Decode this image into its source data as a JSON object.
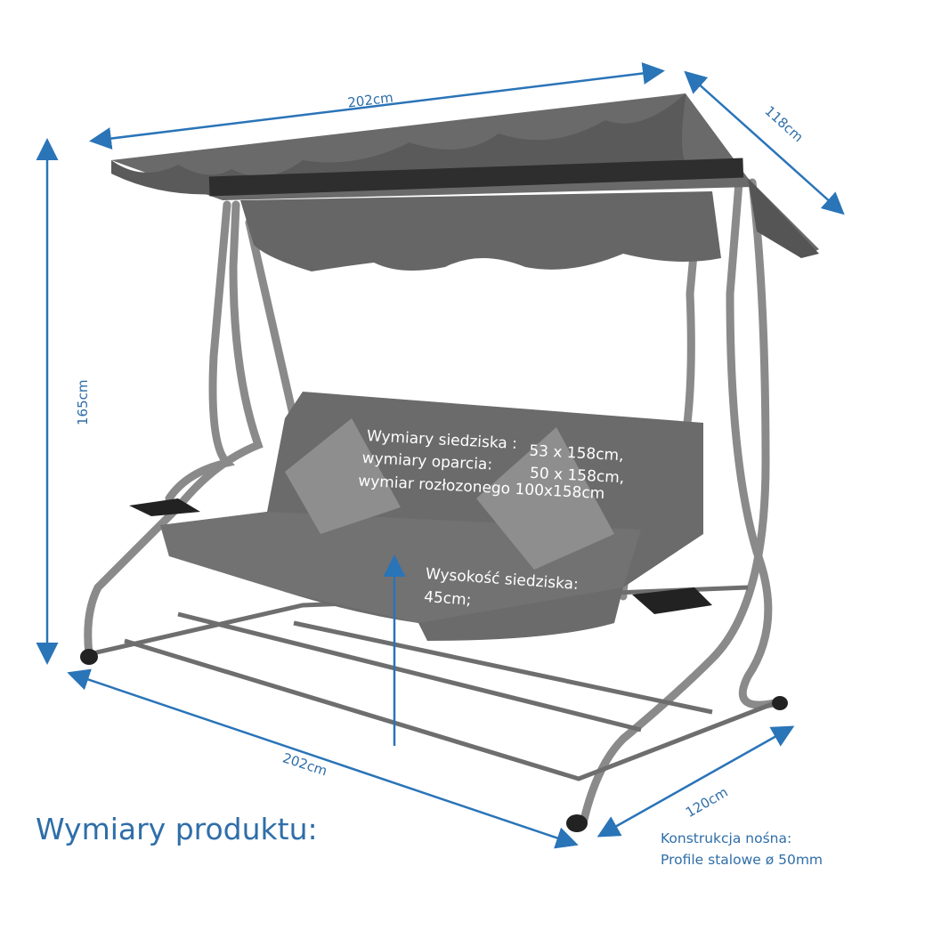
{
  "dimensions": {
    "canopy_width": "202cm",
    "canopy_depth": "118cm",
    "height": "165cm",
    "base_width": "202cm",
    "base_depth": "120cm"
  },
  "seat_info": {
    "line1_label": "Wymiary siedziska :",
    "line1_value": "53 x 158cm,",
    "line2_label": "wymiary oparcia:",
    "line2_value": "50 x 158cm,",
    "line3": "wymiar rozłozonego 100x158cm",
    "seat_height_label": "Wysokość siedziska:",
    "seat_height_value": "45cm;"
  },
  "title": "Wymiary produktu:",
  "construction": {
    "line1": "Konstrukcja nośna:",
    "line2": "Profile stalowe ø 50mm"
  },
  "colors": {
    "accent": "#2f6ea8",
    "fabric": "#6b6b6b",
    "frame": "#8a8a8a"
  }
}
